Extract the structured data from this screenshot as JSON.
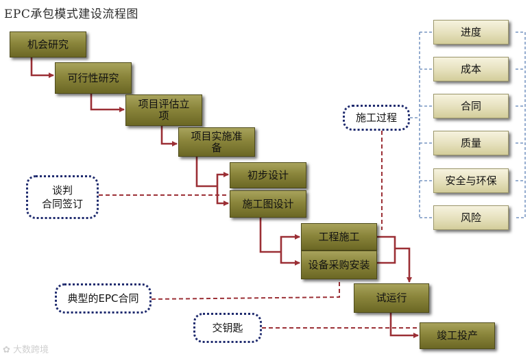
{
  "title": "EPC承包模式建设流程图",
  "steps": {
    "opportunity": "机会研究",
    "feasibility": "可行性研究",
    "evaluation": "项目评估立项",
    "preparation": "项目实施准备",
    "preliminary_design": "初步设计",
    "construction_drawing": "施工图设计",
    "construction": "工程施工",
    "procurement": "设备采购安装",
    "trial_run": "试运行",
    "completion": "竣工投产"
  },
  "notes": {
    "negotiation_line1": "谈判",
    "negotiation_line2": "合同签订",
    "process": "施工过程",
    "typical_contract": "典型的EPC合同",
    "handover": "交钥匙"
  },
  "controls": [
    "进度",
    "成本",
    "合同",
    "质量",
    "安全与环保",
    "风险"
  ],
  "watermark": "大数跨境",
  "colors": {
    "arrow": "#9b2f35",
    "note_border": "#1f2b6e",
    "control_dash": "#5b7fb5"
  }
}
